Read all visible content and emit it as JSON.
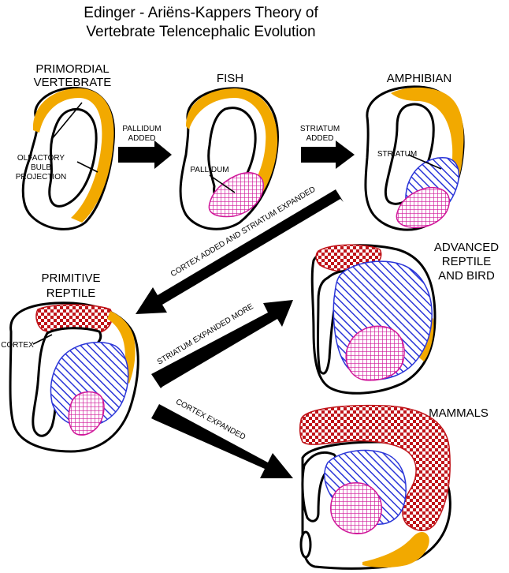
{
  "title": {
    "line1": "Edinger - Ariëns-Kappers Theory of",
    "line2": "Vertebrate Telencephalic Evolution"
  },
  "stages": {
    "primordial": {
      "line1": "PRIMORDIAL",
      "line2": "VERTEBRATE"
    },
    "fish": {
      "label": "FISH"
    },
    "amphibian": {
      "label": "AMPHIBIAN"
    },
    "primitive_reptile": {
      "line1": "PRIMITIVE",
      "line2": "REPTILE"
    },
    "advanced_reptile": {
      "line1": "ADVANCED",
      "line2": "REPTILE",
      "line3": "AND BIRD"
    },
    "mammals": {
      "label": "MAMMALS"
    }
  },
  "callouts": {
    "olfactory": {
      "line1": "OLFACTORY",
      "line2": "BULB",
      "line3": "PROJECTION"
    },
    "pallidum": "PALLIDUM",
    "striatum": "STRIATUM",
    "cortex": "CORTEX"
  },
  "transitions": {
    "pallidum_added": {
      "line1": "PALLIDUM",
      "line2": "ADDED"
    },
    "striatum_added": {
      "line1": "STRIATUM",
      "line2": "ADDED"
    },
    "cortex_striatum": "CORTEX ADDED AND STRIATUM EXPANDED",
    "striatum_more": "STRIATUM EXPANDED MORE",
    "cortex_expanded": "CORTEX EXPANDED"
  },
  "colors": {
    "pallium": "#f2a900",
    "striatum": "#2a35d8",
    "pallidum": "#d0179a",
    "cortex": "#c0141a"
  }
}
